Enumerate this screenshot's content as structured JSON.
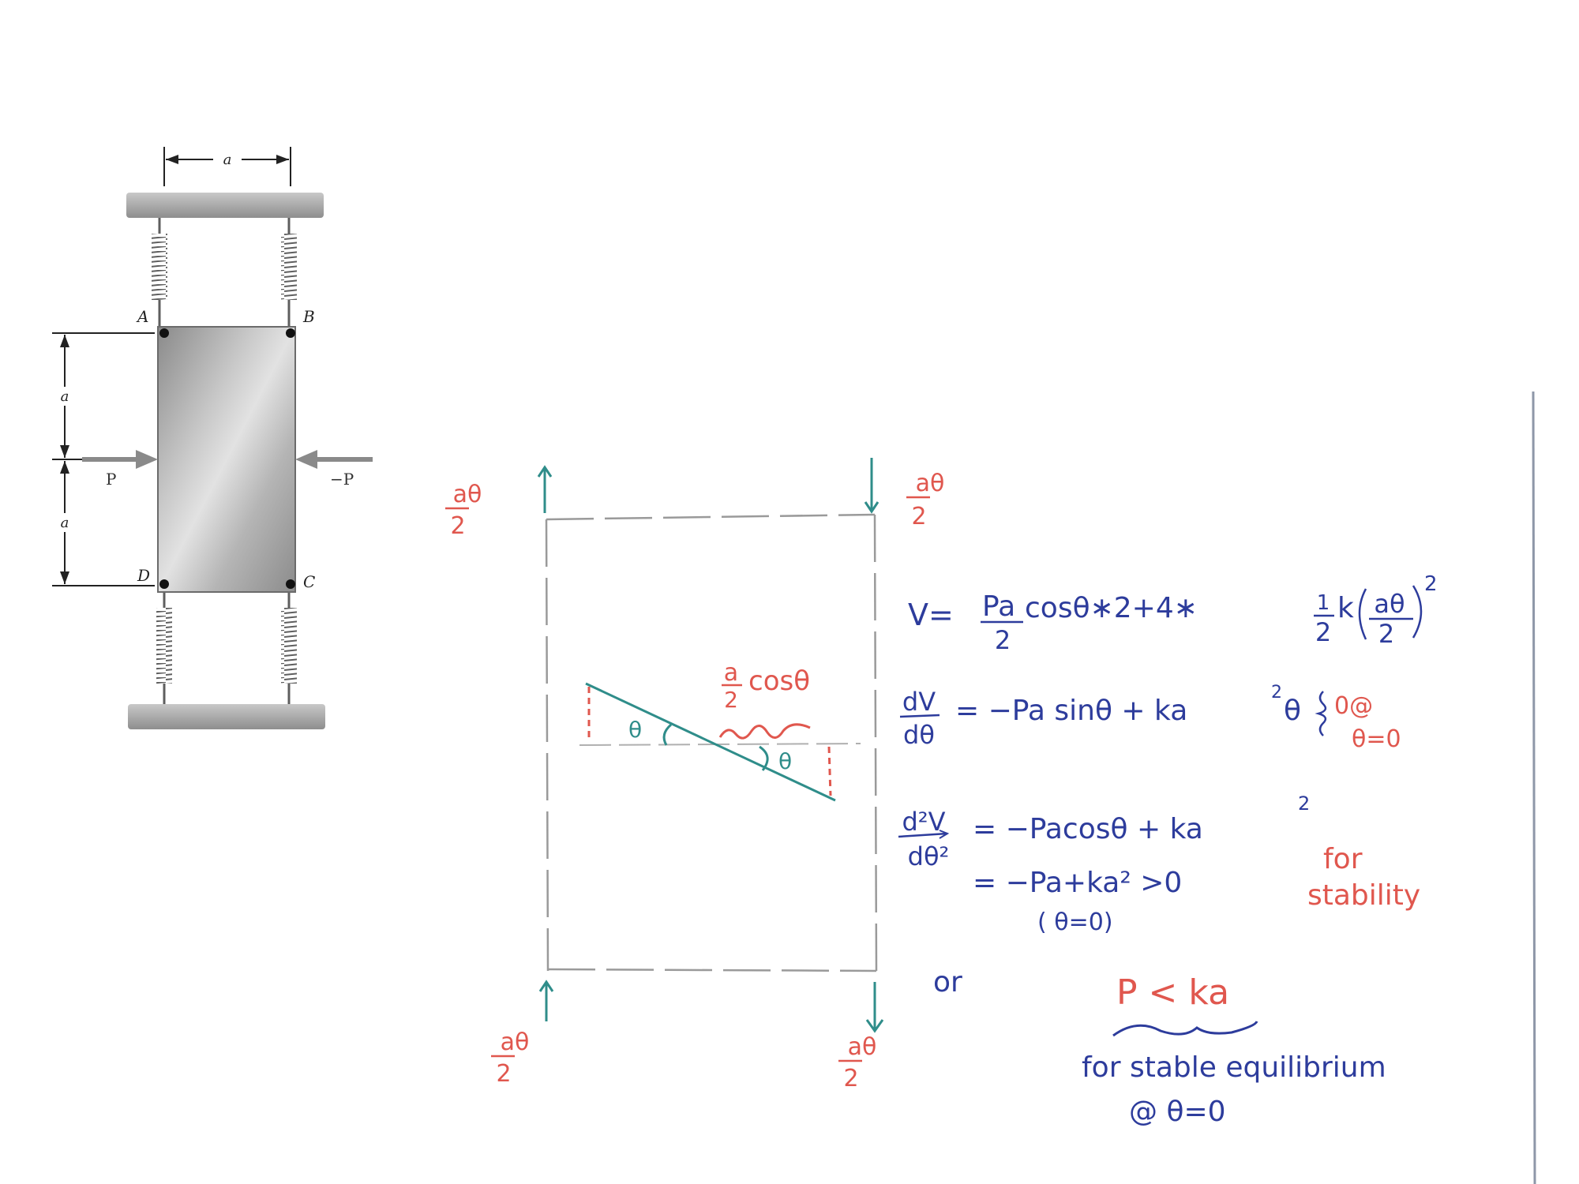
{
  "figure": {
    "labels": {
      "dim_top": "a",
      "dim_left_upper": "a",
      "dim_left_lower": "a",
      "corner_a": "A",
      "corner_b": "B",
      "corner_c": "C",
      "corner_d": "D",
      "force_left": "P",
      "force_right": "−P"
    }
  },
  "sketch": {
    "disp_num": "aθ",
    "disp_den": "2",
    "angle_left": "θ",
    "angle_right": "θ",
    "proj_num": "a",
    "proj_den": "2",
    "proj_func": "cosθ"
  },
  "equations": {
    "v_lhs": "V=",
    "v_term1_num": "Pa",
    "v_term1_den": "2",
    "v_term1_rest": "cosθ∗2+4∗",
    "v_half_num": "1",
    "v_half_den": "2",
    "v_k": "k",
    "v_paren_num": "aθ",
    "v_paren_den": "2",
    "v_exp": "2",
    "dv_num": "dV",
    "dv_den": "dθ",
    "dv_rhs_a": "= −Pa sinθ + ka",
    "dv_exp": "2",
    "dv_rhs_b": "θ",
    "dv_cond_top": "0@",
    "dv_cond_bottom": "θ=0",
    "d2v_num": "d²V",
    "d2v_den": "dθ²",
    "d2v_rhs_a": "= −Pacosθ + ka",
    "d2v_exp": "2",
    "line2_rhs": "= −Pa+ka² >0",
    "line2_cond": "( θ=0)",
    "for_label": "for",
    "stability_label": "stability",
    "or_label": "or",
    "result": "P < ka",
    "result_note": "for stable equilibrium",
    "result_at": "@ θ=0"
  },
  "colors": {
    "red": "#e0574e",
    "blue": "#2d3c9c",
    "teal": "#2f8d8a",
    "gray": "#8a8a8a"
  }
}
